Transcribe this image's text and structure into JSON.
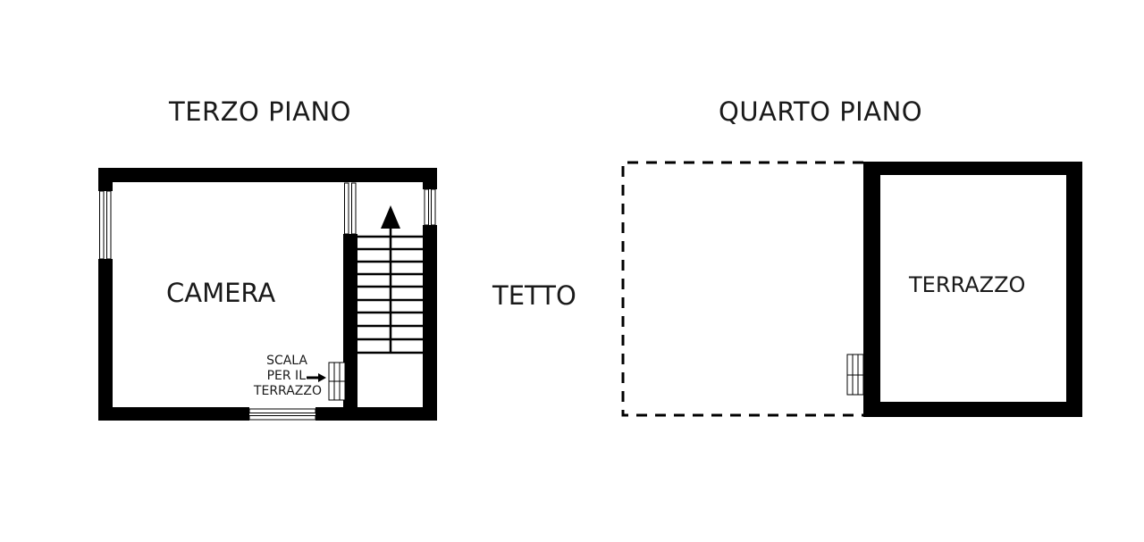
{
  "floors": [
    {
      "title": "TERZO PIANO",
      "rooms": [
        {
          "label": "CAMERA"
        }
      ],
      "annotation": {
        "line1": "SCALA",
        "line2": "PER IL",
        "line3": "TERRAZZO"
      },
      "symbols": [
        "staircase-up-arrow",
        "window",
        "door",
        "ladder"
      ]
    },
    {
      "title": "QUARTO PIANO",
      "rooms": [
        {
          "label": "TERRAZZO"
        }
      ],
      "symbols": [
        "dashed-outline-roof",
        "ladder"
      ]
    }
  ],
  "outside_label": "TETTO",
  "colors": {
    "wall": "#000000",
    "background": "#ffffff",
    "text": "#1a1a1a"
  }
}
